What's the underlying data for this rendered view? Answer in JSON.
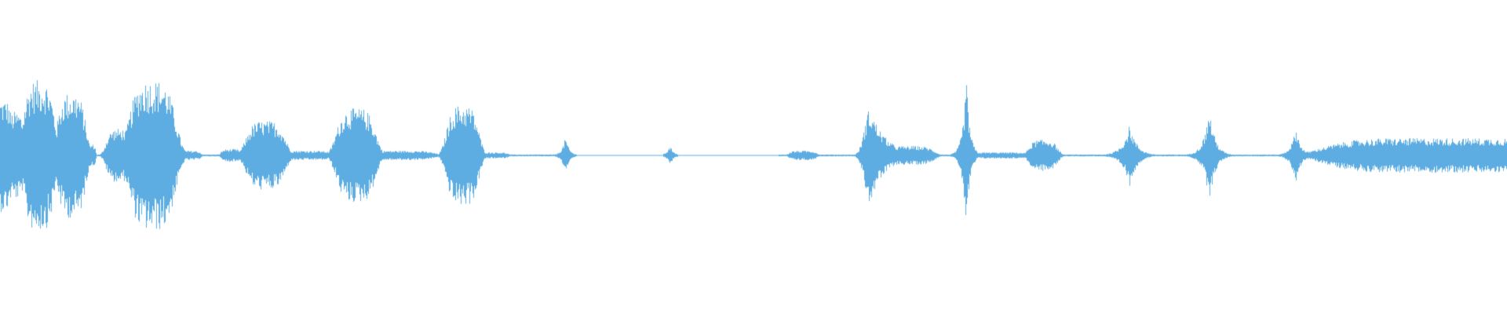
{
  "waveform": {
    "color": "#5dade2",
    "background": "#ffffff",
    "bursts": [
      {
        "center": 0.002,
        "width": 0.012,
        "amplitude": 0.36,
        "shape": "sustain"
      },
      {
        "center": 0.016,
        "width": 0.01,
        "amplitude": 0.28,
        "shape": "sustain"
      },
      {
        "center": 0.04,
        "width": 0.018,
        "amplitude": 0.48,
        "shape": "sustain"
      },
      {
        "center": 0.074,
        "width": 0.016,
        "amplitude": 0.4,
        "shape": "sustain"
      },
      {
        "center": 0.095,
        "width": 0.004,
        "amplitude": 0.07,
        "shape": "noise"
      },
      {
        "center": 0.123,
        "width": 0.014,
        "amplitude": 0.17,
        "shape": "sustain"
      },
      {
        "center": 0.158,
        "width": 0.026,
        "amplitude": 0.48,
        "shape": "sustain"
      },
      {
        "center": 0.196,
        "width": 0.012,
        "amplitude": 0.03,
        "shape": "noise"
      },
      {
        "center": 0.24,
        "width": 0.01,
        "amplitude": 0.04,
        "shape": "noise"
      },
      {
        "center": 0.276,
        "width": 0.022,
        "amplitude": 0.22,
        "shape": "sustain"
      },
      {
        "center": 0.315,
        "width": 0.03,
        "amplitude": 0.03,
        "shape": "noise"
      },
      {
        "center": 0.37,
        "width": 0.022,
        "amplitude": 0.3,
        "shape": "sustain"
      },
      {
        "center": 0.41,
        "width": 0.04,
        "amplitude": 0.03,
        "shape": "noise"
      },
      {
        "center": 0.481,
        "width": 0.018,
        "amplitude": 0.32,
        "shape": "sustain"
      },
      {
        "center": 0.512,
        "width": 0.016,
        "amplitude": 0.02,
        "shape": "noise"
      },
      {
        "center": 0.588,
        "width": 0.01,
        "amplitude": 0.12,
        "shape": "spike"
      },
      {
        "center": 0.697,
        "width": 0.01,
        "amplitude": 0.06,
        "shape": "spike"
      },
      {
        "center": 0.835,
        "width": 0.014,
        "amplitude": 0.03,
        "shape": "noise"
      },
      {
        "center": 0.905,
        "width": 0.02,
        "amplitude": 0.3,
        "shape": "attack"
      },
      {
        "center": 0.94,
        "width": 0.03,
        "amplitude": 0.06,
        "shape": "noise"
      },
      {
        "center": 1.005,
        "width": 0.01,
        "amplitude": 0.5,
        "shape": "spike"
      },
      {
        "center": 1.04,
        "width": 0.03,
        "amplitude": 0.02,
        "shape": "noise"
      },
      {
        "center": 1.085,
        "width": 0.016,
        "amplitude": 0.1,
        "shape": "sustain"
      },
      {
        "center": 1.175,
        "width": 0.02,
        "amplitude": 0.2,
        "shape": "spike"
      },
      {
        "center": 1.258,
        "width": 0.016,
        "amplitude": 0.3,
        "shape": "spike"
      },
      {
        "center": 1.348,
        "width": 0.014,
        "amplitude": 0.18,
        "shape": "spike"
      },
      {
        "center": 1.505,
        "width": 0.12,
        "amplitude": 0.11,
        "shape": "noise"
      }
    ],
    "silence": [
      [
        0.6,
        0.69
      ],
      [
        0.705,
        0.81
      ]
    ]
  }
}
